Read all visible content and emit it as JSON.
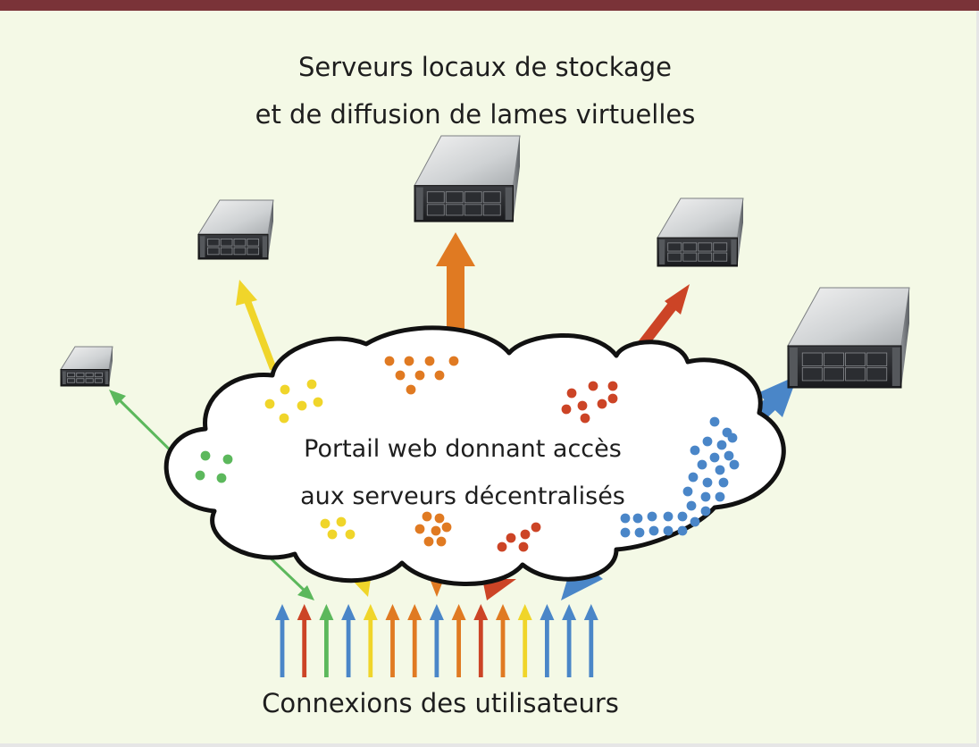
{
  "title_line1": "Serveurs locaux de stockage",
  "title_line2": "et de diffusion de lames virtuelles",
  "cloud_line1": "Portail web donnant accès",
  "cloud_line2": "aux serveurs décentralisés",
  "bottom_label": "Connexions des utilisateurs",
  "colors": {
    "background": "#f4f9e6",
    "top_bar": "#7a3338",
    "green": "#5cb85c",
    "yellow": "#f0d52a",
    "orange": "#e07a22",
    "red": "#cc4426",
    "blue": "#4a86c8"
  },
  "icons": {
    "server": "rack-server-icon",
    "cloud": "cloud-icon"
  },
  "user_connection_colors": [
    "blue",
    "red",
    "green",
    "blue",
    "yellow",
    "orange",
    "orange",
    "blue",
    "orange",
    "red",
    "orange",
    "yellow",
    "blue",
    "blue",
    "blue"
  ]
}
